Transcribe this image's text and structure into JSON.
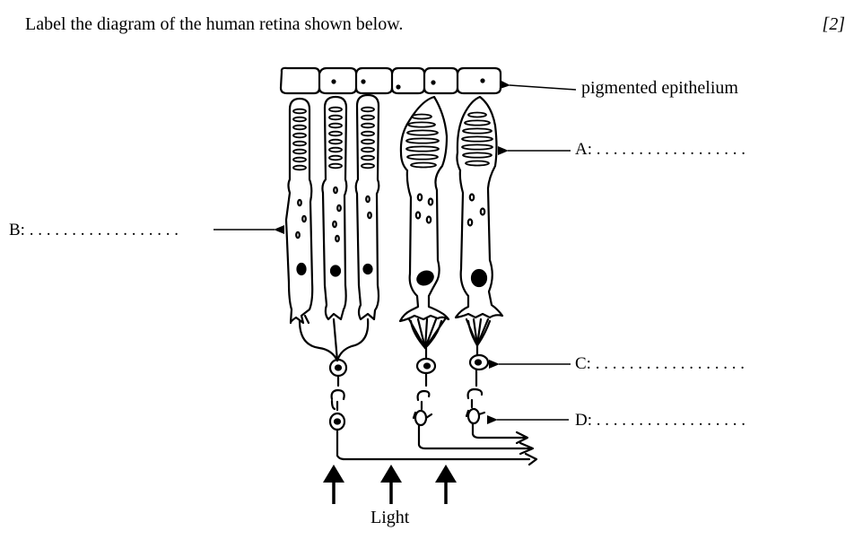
{
  "question": {
    "text": "Label the diagram of the human retina shown below.",
    "marks": "[2]"
  },
  "labels": {
    "pigmented": "pigmented epithelium",
    "a": "A: . . . . . . . . . . . . . . . . . .",
    "b": "B: . . . . . . . . . . . . . . . . . .",
    "c": "C: . . . . . . . . . . . . . . . . . .",
    "d": "D: . . . . . . . . . . . . . . . . . .",
    "light": "Light"
  }
}
